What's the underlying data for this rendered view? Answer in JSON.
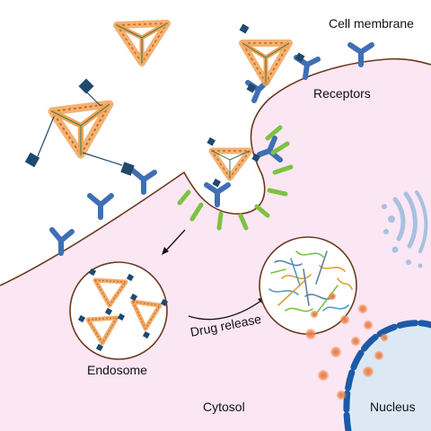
{
  "labels": {
    "cell_membrane": "Cell membrane",
    "receptors": "Receptors",
    "endosome": "Endosome",
    "drug_release": "Drug release",
    "cytosol": "Cytosol",
    "nucleus": "Nucleus"
  },
  "colors": {
    "cytosol_fill": "#fbe6f4",
    "membrane_line": "#6b3a1e",
    "receptor": "#3f6fb5",
    "ligand": "#1f4a6e",
    "nanostructure": "#ec8a34",
    "spike": "#7cc242",
    "nucleus_fill": "#dce9f5",
    "nucleus_dash": "#1d5aa6",
    "drug_dot": "#e8743b",
    "golgi": "#9fb8d8"
  }
}
